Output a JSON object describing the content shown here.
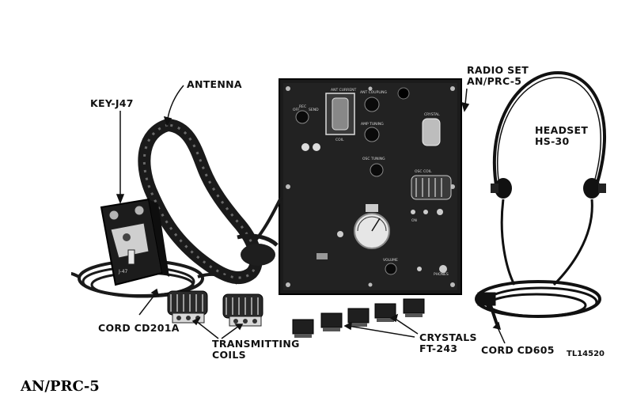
{
  "labels": {
    "key": "KEY-J47",
    "antenna": "ANTENNA",
    "radio_set_line1": "RADIO SET",
    "radio_set_line2": "AN/PRC-5",
    "headset_line1": "HEADSET",
    "headset_line2": "HS-30",
    "cord_cd201a": "CORD CD201A",
    "coils_line1": "TRANSMITTING",
    "coils_line2": "COILS",
    "crystals_line1": "CRYSTALS",
    "crystals_line2": "FT-243",
    "cord_cd605": "CORD CD605",
    "key_plate": "J-47"
  },
  "panel_text": {
    "ant_current": "ANT CURRENT",
    "ant_coupling": "ANT COUPLING",
    "crystal": "CRYSTAL",
    "amp_tuning": "AMP TUNING",
    "osc_tuning": "OSC TUNING",
    "osc_coil": "OSC COIL",
    "volume": "VOLUME",
    "phones": "PHONES",
    "rec": "REC",
    "send": "SEND",
    "off": "OFF",
    "on": "ON",
    "coil": "COIL"
  },
  "reference_code": "TL14520",
  "caption": "AN/PRC-5"
}
